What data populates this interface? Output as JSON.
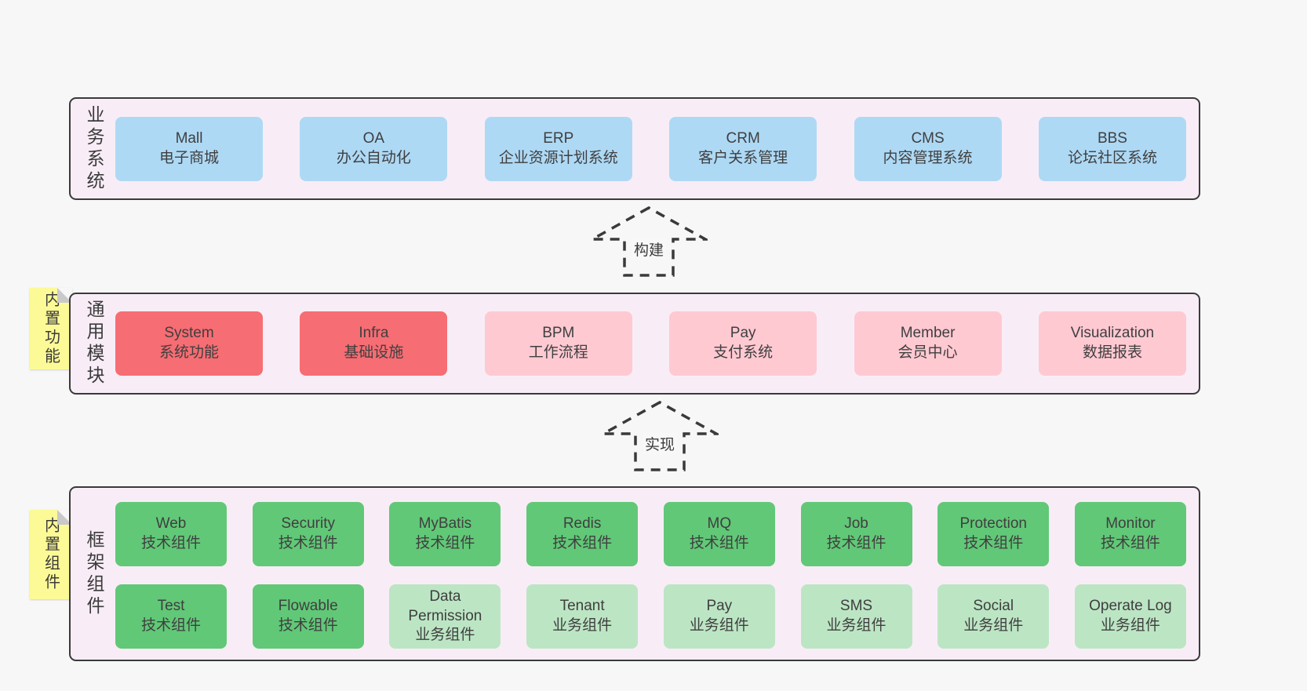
{
  "colors": {
    "page_background": "#f7f7f7",
    "layer_background": "#f8edf6",
    "layer_border": "#3a3a3a",
    "box_blue": "#aed9f5",
    "box_red": "#f66d73",
    "box_pink": "#ffc9d2",
    "box_green_dark": "#61c877",
    "box_green_light": "#bce5c4",
    "note_yellow": "#fcfa96",
    "note_fold_gray": "#c9c9c9",
    "text": "#3d3d3d"
  },
  "arrows": {
    "build": {
      "label": "构建"
    },
    "implement": {
      "label": "实现"
    }
  },
  "business_layer": {
    "label": "业务系统",
    "boxes": [
      {
        "name": "Mall",
        "desc": "电子商城"
      },
      {
        "name": "OA",
        "desc": "办公自动化"
      },
      {
        "name": "ERP",
        "desc": "企业资源计划系统"
      },
      {
        "name": "CRM",
        "desc": "客户关系管理"
      },
      {
        "name": "CMS",
        "desc": "内容管理系统"
      },
      {
        "name": "BBS",
        "desc": "论坛社区系统"
      }
    ]
  },
  "module_layer": {
    "label": "通用模块",
    "note": "内置功能",
    "boxes": [
      {
        "name": "System",
        "desc": "系统功能",
        "style": "red"
      },
      {
        "name": "Infra",
        "desc": "基础设施",
        "style": "red"
      },
      {
        "name": "BPM",
        "desc": "工作流程",
        "style": "pink"
      },
      {
        "name": "Pay",
        "desc": "支付系统",
        "style": "pink"
      },
      {
        "name": "Member",
        "desc": "会员中心",
        "style": "pink"
      },
      {
        "name": "Visualization",
        "desc": "数据报表",
        "style": "pink"
      }
    ]
  },
  "component_layer": {
    "label": "框架组件",
    "note": "内置组件",
    "row1": [
      {
        "name": "Web",
        "desc": "技术组件",
        "style": "green-dark"
      },
      {
        "name": "Security",
        "desc": "技术组件",
        "style": "green-dark"
      },
      {
        "name": "MyBatis",
        "desc": "技术组件",
        "style": "green-dark"
      },
      {
        "name": "Redis",
        "desc": "技术组件",
        "style": "green-dark"
      },
      {
        "name": "MQ",
        "desc": "技术组件",
        "style": "green-dark"
      },
      {
        "name": "Job",
        "desc": "技术组件",
        "style": "green-dark"
      },
      {
        "name": "Protection",
        "desc": "技术组件",
        "style": "green-dark"
      },
      {
        "name": "Monitor",
        "desc": "技术组件",
        "style": "green-dark"
      }
    ],
    "row2": [
      {
        "name": "Test",
        "desc": "技术组件",
        "style": "green-dark"
      },
      {
        "name": "Flowable",
        "desc": "技术组件",
        "style": "green-dark"
      },
      {
        "name": "Data Permission",
        "desc": "业务组件",
        "style": "green-light"
      },
      {
        "name": "Tenant",
        "desc": "业务组件",
        "style": "green-light"
      },
      {
        "name": "Pay",
        "desc": "业务组件",
        "style": "green-light"
      },
      {
        "name": "SMS",
        "desc": "业务组件",
        "style": "green-light"
      },
      {
        "name": "Social",
        "desc": "业务组件",
        "style": "green-light"
      },
      {
        "name": "Operate Log",
        "desc": "业务组件",
        "style": "green-light"
      }
    ]
  }
}
